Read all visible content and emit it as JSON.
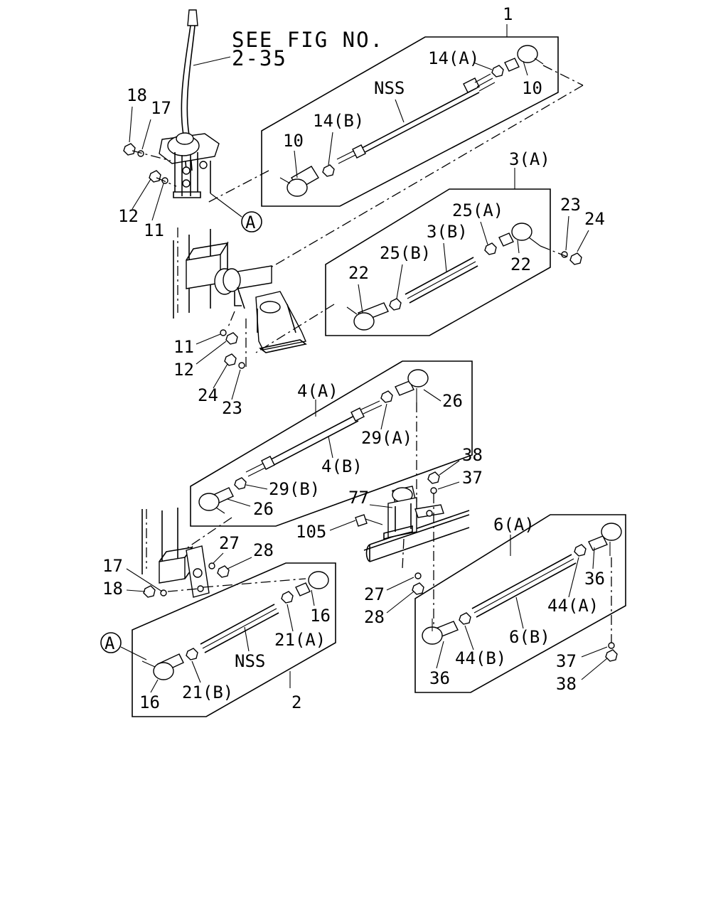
{
  "title": "",
  "reference": {
    "line1": "SEE FIG NO.",
    "line2": "2-35"
  },
  "callout": {
    "symbol": "A"
  },
  "labels": {
    "n1": "1",
    "n2": "2",
    "n3a": "3(A)",
    "n3b": "3(B)",
    "n4a": "4(A)",
    "n4b": "4(B)",
    "n6a": "6(A)",
    "n6b": "6(B)",
    "n10a": "10",
    "n10b": "10",
    "n11a": "11",
    "n11b": "11",
    "n12a": "12",
    "n12b": "12",
    "n14a": "14(A)",
    "n14b": "14(B)",
    "n16a": "16",
    "n16b": "16",
    "n17a": "17",
    "n17b": "17",
    "n18a": "18",
    "n18b": "18",
    "n21a": "21(A)",
    "n21b": "21(B)",
    "n22a": "22",
    "n22b": "22",
    "n23a": "23",
    "n23b": "23",
    "n24a": "24",
    "n24b": "24",
    "n25a": "25(A)",
    "n25b": "25(B)",
    "n26a": "26",
    "n26b": "26",
    "n27a": "27",
    "n27b": "27",
    "n28a": "28",
    "n28b": "28",
    "n29a": "29(A)",
    "n29b": "29(B)",
    "n36a": "36",
    "n36b": "36",
    "n37a": "37",
    "n37b": "37",
    "n38a": "38",
    "n38b": "38",
    "n44a": "44(A)",
    "n44b": "44(B)",
    "n77": "77",
    "n105": "105",
    "nss1": "NSS",
    "nss2": "NSS"
  }
}
